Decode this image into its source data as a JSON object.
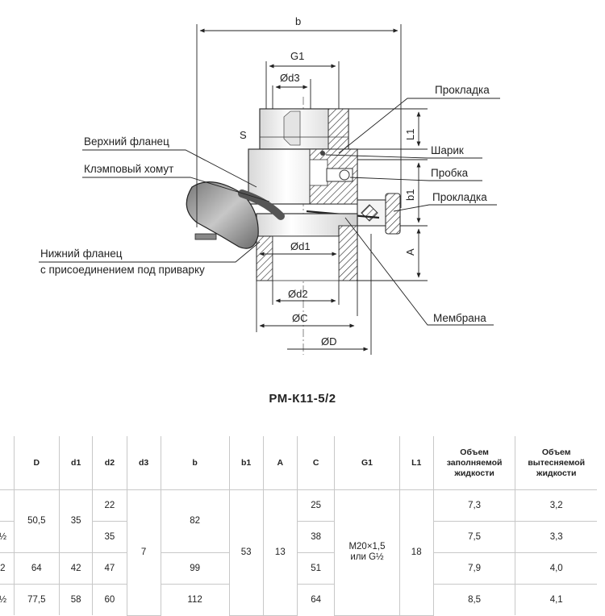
{
  "drawing": {
    "dims": {
      "b": "b",
      "G1": "G1",
      "d3": "Ød3",
      "S": "S",
      "L1": "L1",
      "b1": "b1",
      "A": "A",
      "d1": "Ød1",
      "d2": "Ød2",
      "C": "ØC",
      "D": "ØD"
    },
    "labels": {
      "gasket_top": "Прокладка",
      "upper_flange": "Верхний фланец",
      "ball": "Шарик",
      "clamp": "Клэмповый хомут",
      "plug": "Пробка",
      "gasket_side": "Прокладка",
      "lower_flange_1": "Нижний фланец",
      "lower_flange_2": "с присоединением под приварку",
      "membrane": "Мембрана"
    }
  },
  "title": "РМ-К11-5/2",
  "table": {
    "headers": [
      "",
      "D",
      "d1",
      "d2",
      "d3",
      "b",
      "b1",
      "A",
      "C",
      "G1",
      "L1",
      "Объем\nзаполняемой\nжидкости",
      "Объем\nвытесняемой\nжидкости"
    ],
    "stub": [
      "",
      "½",
      "2",
      "½"
    ],
    "D": [
      "50,5",
      "64",
      "77,5"
    ],
    "d1": [
      "35",
      "42",
      "58"
    ],
    "d2": [
      "22",
      "35",
      "47",
      "60"
    ],
    "d3": "7",
    "b": [
      "82",
      "99",
      "112"
    ],
    "b1": "53",
    "A": "13",
    "C": [
      "25",
      "38",
      "51",
      "64"
    ],
    "G1": "М20×1,5\nили G½",
    "L1": "18",
    "vol_fill": [
      "7,3",
      "7,5",
      "7,9",
      "8,5"
    ],
    "vol_disp": [
      "3,2",
      "3,3",
      "4,0",
      "4,1"
    ]
  }
}
